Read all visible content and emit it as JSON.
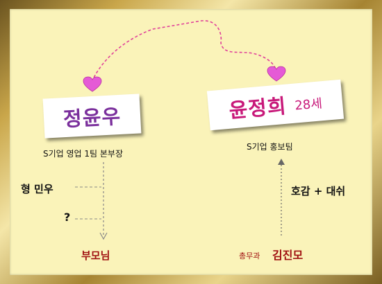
{
  "people": {
    "male_lead": {
      "name": "정윤우",
      "title": "S기업 영업 1팀 본부장"
    },
    "female_lead": {
      "name": "윤정희",
      "age": "28세",
      "title": "S기업 홍보팀"
    },
    "brother": "형 민우",
    "unknown": "?",
    "parents": "부모님",
    "suitor": {
      "department": "총무과",
      "name": "김진모",
      "relation": "호감 + 대쉬"
    }
  },
  "colors": {
    "background": "#faf3b9",
    "name_purple": "#7a2f9c",
    "name_pink": "#c8197a",
    "accent_red": "#a01010",
    "heart": "#e55ad6",
    "dash_line": "#e0409a"
  }
}
